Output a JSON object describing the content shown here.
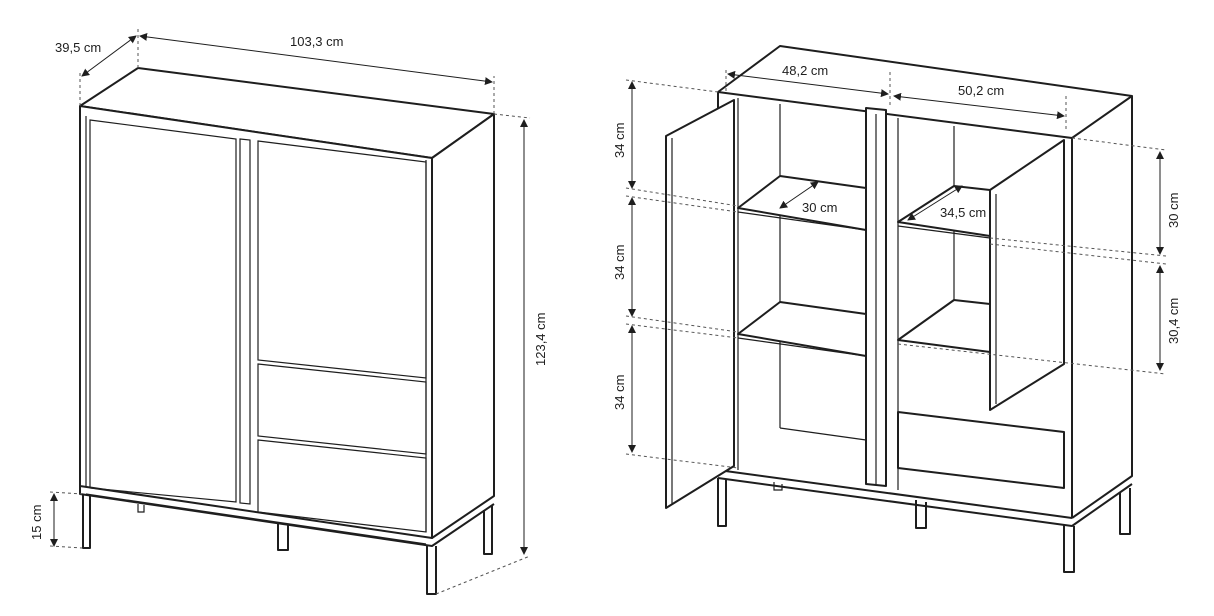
{
  "closed_view": {
    "depth": "39,5 cm",
    "width": "103,3 cm",
    "height": "123,4 cm",
    "leg_height": "15 cm"
  },
  "open_view": {
    "left_width": "48,2 cm",
    "right_width": "50,2 cm",
    "left_shelf_depth": "30 cm",
    "right_shelf_depth": "34,5 cm",
    "left_compartments": [
      "34 cm",
      "34 cm",
      "34 cm"
    ],
    "right_compartments": [
      "30 cm",
      "30,4 cm"
    ]
  }
}
